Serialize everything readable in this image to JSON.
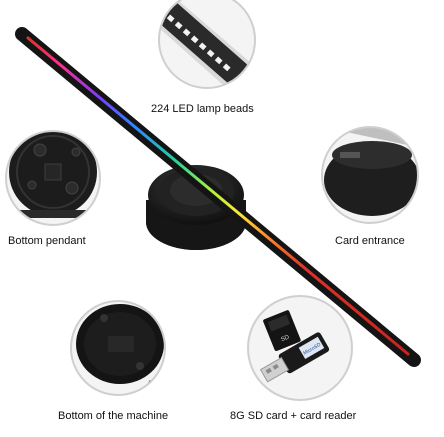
{
  "captions": {
    "lamp_beads": "224 LED lamp beads",
    "bottom_pendant": "Bottom pendant",
    "card_entrance": "Card entrance",
    "bottom_machine": "Bottom of the machine",
    "sd_card": "8G SD card + card reader"
  },
  "card_text": {
    "sd_label": "SD",
    "reader_label": "MicroSD"
  },
  "colors": {
    "body": "#1a1a1a",
    "circle_border": "#cfcfcf",
    "led_rainbow": [
      "#e0322a",
      "#ff2f92",
      "#7a3cff",
      "#2b8cff",
      "#24d39a",
      "#b6f23a",
      "#ffe43a",
      "#ff8a2a",
      "#e0322a"
    ]
  }
}
